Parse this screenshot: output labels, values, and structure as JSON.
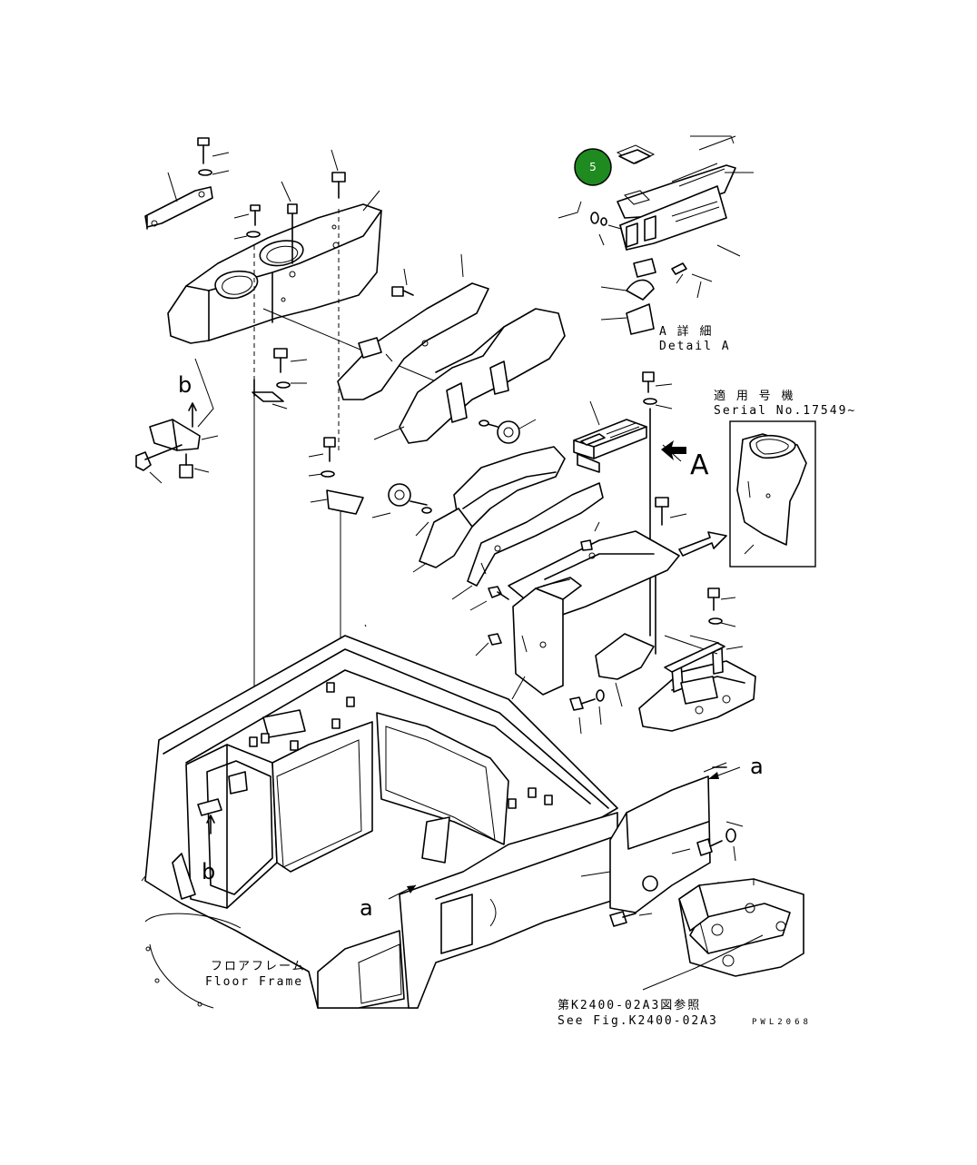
{
  "diagram": {
    "callout": {
      "number": "5",
      "color": "#1f8a1f"
    },
    "detail_a": {
      "jp": "A 詳 細",
      "en": "Detail A"
    },
    "serial": {
      "jp": "適 用 号 機",
      "en": "Serial No.17549~"
    },
    "floor_frame": {
      "jp": "フロアフレーム",
      "en": "Floor Frame"
    },
    "see_fig": {
      "jp": "第K2400-02A3図参照",
      "en": "See Fig.K2400-02A3"
    },
    "drawing_code": "PWL2068",
    "view_letters": {
      "A": "A",
      "a": "a",
      "b": "b"
    }
  }
}
